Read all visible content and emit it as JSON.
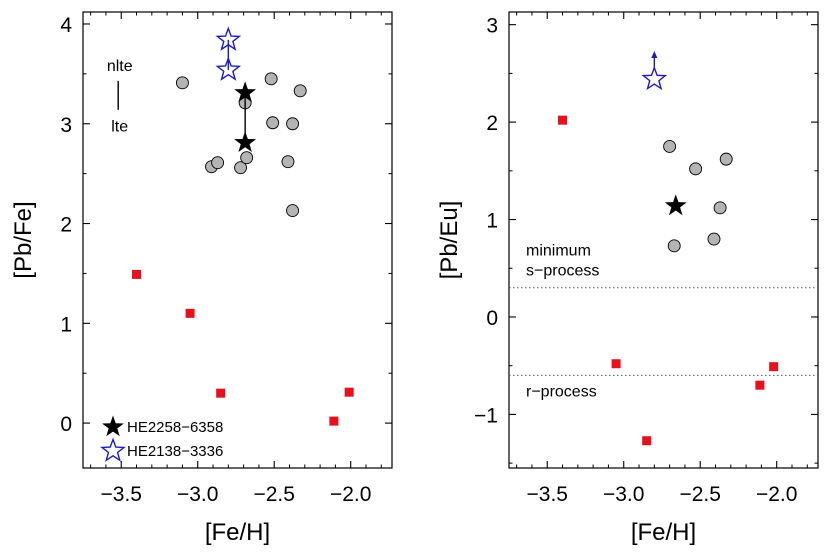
{
  "chart_data": [
    {
      "type": "scatter",
      "xlabel": "[Fe/H]",
      "ylabel": "[Pb/Fe]",
      "xlim": [
        -3.75,
        -1.73
      ],
      "ylim": [
        -0.45,
        4.12
      ],
      "xticks": [
        -3.5,
        -3.0,
        -2.5,
        -2.0
      ],
      "xtick_labels": [
        "−3.5",
        "−3.0",
        "−2.5",
        "−2.0"
      ],
      "yticks": [
        0,
        1,
        2,
        3,
        4
      ],
      "ytick_labels": [
        "0",
        "1",
        "2",
        "3",
        "4"
      ],
      "grid": false,
      "legend_position": "bottom-left",
      "series": [
        {
          "marker": "gray-circle",
          "color": "#b4b4b4",
          "points": [
            {
              "x": -3.1,
              "y": 3.41
            },
            {
              "x": -2.91,
              "y": 2.57
            },
            {
              "x": -2.87,
              "y": 2.61
            },
            {
              "x": -2.72,
              "y": 2.56
            },
            {
              "x": -2.69,
              "y": 3.21
            },
            {
              "x": -2.68,
              "y": 2.66
            },
            {
              "x": -2.52,
              "y": 3.45
            },
            {
              "x": -2.51,
              "y": 3.01
            },
            {
              "x": -2.41,
              "y": 2.62
            },
            {
              "x": -2.38,
              "y": 3.0
            },
            {
              "x": -2.38,
              "y": 2.13
            },
            {
              "x": -2.33,
              "y": 3.33
            }
          ]
        },
        {
          "marker": "red-square",
          "color": "#e8101a",
          "points": [
            {
              "x": -3.4,
              "y": 1.49
            },
            {
              "x": -3.05,
              "y": 1.1
            },
            {
              "x": -2.85,
              "y": 0.3
            },
            {
              "x": -2.11,
              "y": 0.02
            },
            {
              "x": -2.01,
              "y": 0.31
            }
          ]
        },
        {
          "name": "HE2258−6358",
          "marker": "filled-star",
          "color": "#000000",
          "points": [
            {
              "x": -2.69,
              "y": 3.31
            },
            {
              "x": -2.69,
              "y": 2.81
            }
          ],
          "connected": true
        },
        {
          "name": "HE2138−3336",
          "marker": "open-star",
          "color": "#1a1ac8",
          "points": [
            {
              "x": -2.8,
              "y": 3.84
            },
            {
              "x": -2.8,
              "y": 3.54
            }
          ],
          "connected": true
        }
      ],
      "annotations": [
        {
          "text": "nlte",
          "x": -3.51,
          "y": 3.58
        },
        {
          "text": "lte",
          "x": -3.51,
          "y": 2.97
        }
      ],
      "nlte_lte_bar": {
        "x": -3.52,
        "y_top": 3.43,
        "y_bottom": 3.14
      },
      "legend": [
        {
          "label": "HE2258−6358",
          "marker": "filled-star",
          "color": "#000000",
          "text_color": "#000000"
        },
        {
          "label": "HE2138−3336",
          "marker": "open-star",
          "color": "#1a1ac8",
          "text_color": "#1a1ac8"
        }
      ]
    },
    {
      "type": "scatter",
      "xlabel": "[Fe/H]",
      "ylabel": "[Pb/Eu]",
      "xlim": [
        -3.75,
        -1.73
      ],
      "ylim": [
        -1.55,
        3.13
      ],
      "xticks": [
        -3.5,
        -3.0,
        -2.5,
        -2.0
      ],
      "xtick_labels": [
        "−3.5",
        "−3.0",
        "−2.5",
        "−2.0"
      ],
      "yticks": [
        -1,
        0,
        1,
        2,
        3
      ],
      "ytick_labels": [
        "−1",
        "0",
        "1",
        "2",
        "3"
      ],
      "grid": false,
      "series": [
        {
          "marker": "gray-circle",
          "color": "#b4b4b4",
          "points": [
            {
              "x": -2.7,
              "y": 1.75
            },
            {
              "x": -2.53,
              "y": 1.52
            },
            {
              "x": -2.33,
              "y": 1.62
            },
            {
              "x": -2.37,
              "y": 1.12
            },
            {
              "x": -2.41,
              "y": 0.8
            },
            {
              "x": -2.67,
              "y": 0.73
            }
          ]
        },
        {
          "marker": "red-square",
          "color": "#e8101a",
          "points": [
            {
              "x": -3.4,
              "y": 2.02
            },
            {
              "x": -3.05,
              "y": -0.48
            },
            {
              "x": -2.85,
              "y": -1.27
            },
            {
              "x": -2.11,
              "y": -0.7
            },
            {
              "x": -2.02,
              "y": -0.51
            }
          ]
        },
        {
          "name": "HE2258−6358",
          "marker": "filled-star",
          "color": "#000000",
          "points": [
            {
              "x": -2.66,
              "y": 1.14
            }
          ]
        },
        {
          "name": "HE2138−3336",
          "marker": "open-star",
          "color": "#1a1ac8",
          "points": [
            {
              "x": -2.8,
              "y": 2.44
            }
          ],
          "limit": "lower",
          "arrow_to": 2.73
        }
      ],
      "reference_lines": [
        {
          "y": 0.3,
          "style": "dotted",
          "label_lines": [
            "minimum",
            "s−process"
          ],
          "label_position": "above"
        },
        {
          "y": -0.6,
          "style": "dotted",
          "label_lines": [
            "r−process"
          ],
          "label_position": "below"
        }
      ]
    }
  ]
}
